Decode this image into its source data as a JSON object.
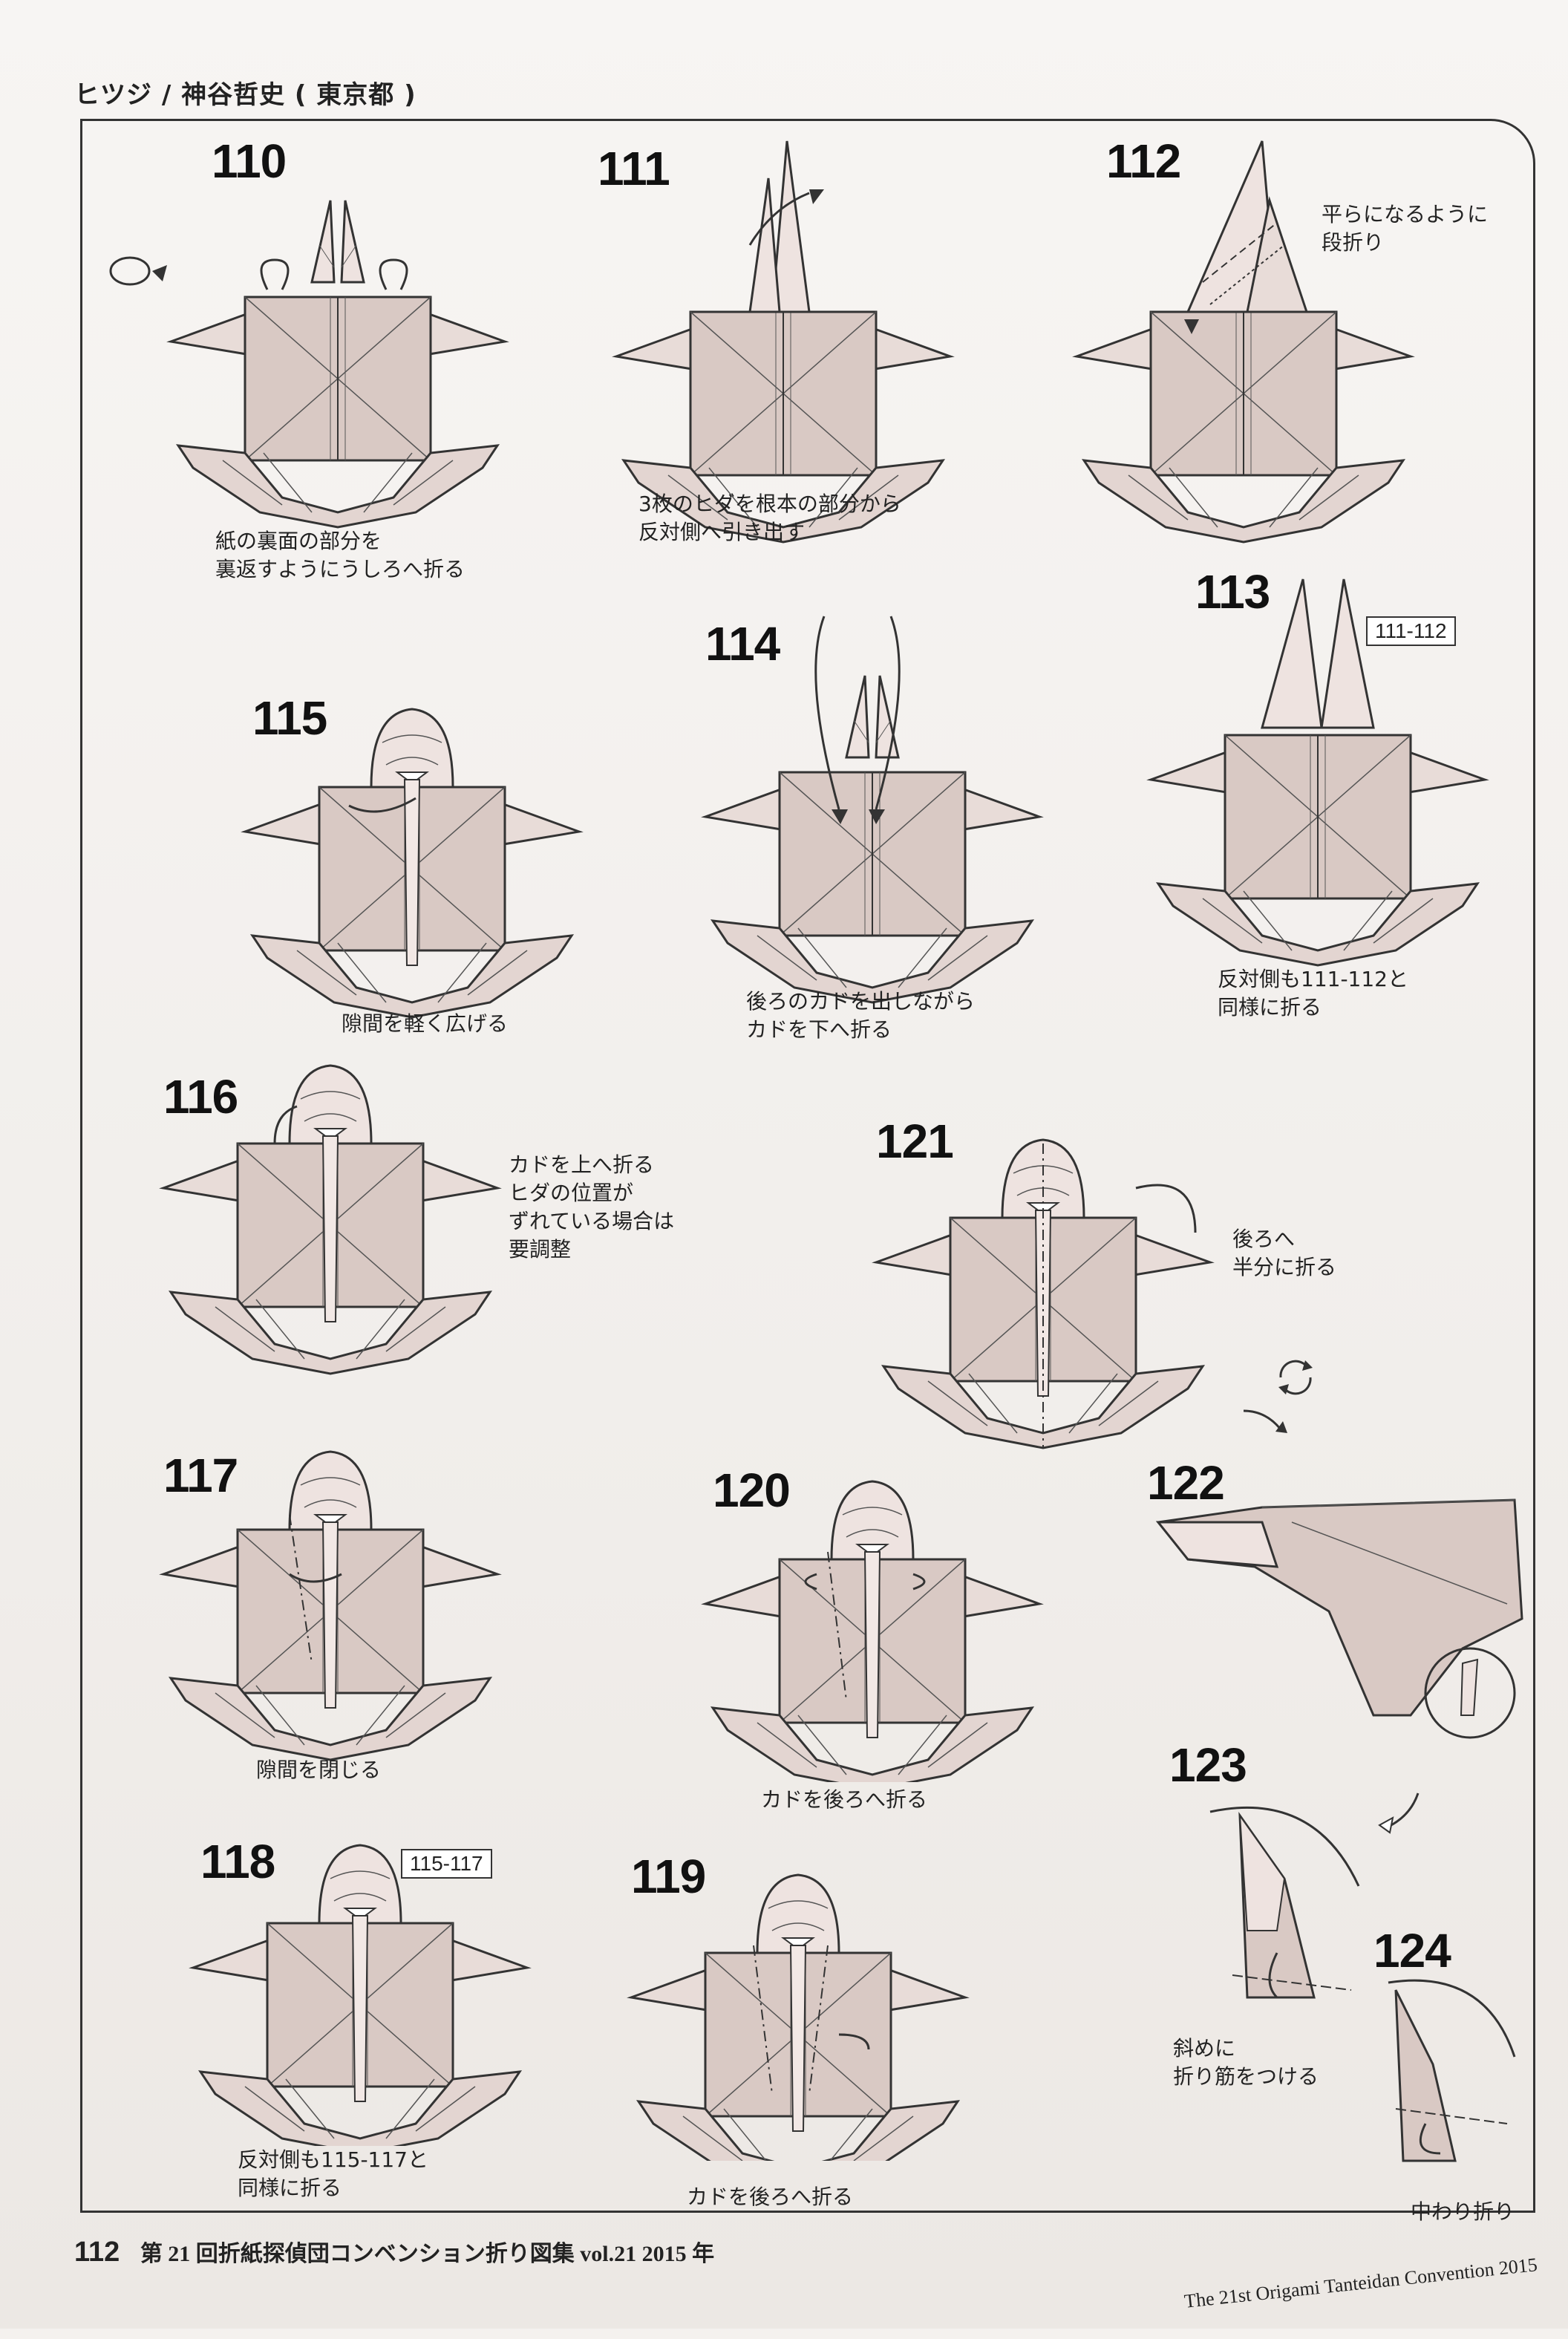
{
  "header": {
    "title": "ヒツジ / 神谷哲史 ( 東京都 )"
  },
  "steps": [
    {
      "id": "110",
      "caption": [
        "紙の裏面の部分を",
        "裏返すようにうしろへ折る"
      ]
    },
    {
      "id": "111",
      "caption": [
        "3枚のヒダを根本の部分から",
        "反対側へ引き出す"
      ]
    },
    {
      "id": "112",
      "caption": [
        "平らになるように",
        "段折り"
      ]
    },
    {
      "id": "113",
      "caption": [
        "反対側も111-112と",
        "同様に折る"
      ],
      "ref": "111-112"
    },
    {
      "id": "114",
      "caption": [
        "後ろのカドを出しながら",
        "カドを下へ折る"
      ]
    },
    {
      "id": "115",
      "caption": [
        "隙間を軽く広げる"
      ]
    },
    {
      "id": "116",
      "caption": [
        "カドを上へ折る",
        "ヒダの位置が",
        "ずれている場合は",
        "要調整"
      ]
    },
    {
      "id": "117",
      "caption": [
        "隙間を閉じる"
      ]
    },
    {
      "id": "118",
      "caption": [
        "反対側も115-117と",
        "同様に折る"
      ],
      "ref": "115-117"
    },
    {
      "id": "119",
      "caption": [
        "カドを後ろへ折る"
      ]
    },
    {
      "id": "120",
      "caption": [
        "カドを後ろへ折る"
      ]
    },
    {
      "id": "121",
      "caption": [
        "後ろへ",
        "半分に折る"
      ]
    },
    {
      "id": "122",
      "caption": []
    },
    {
      "id": "123",
      "caption": [
        "斜めに",
        "折り筋をつける"
      ]
    },
    {
      "id": "124",
      "caption": [
        "中わり折り"
      ]
    }
  ],
  "footer": {
    "page_number": "112",
    "book_title": "第 21 回折紙探偵団コンベンション折り図集 vol.21 2015 年",
    "english_title": "The 21st Origami Tanteidan Convention 2015"
  },
  "colors": {
    "paper": "#d9c9c4",
    "paper_light": "#ebdfdb",
    "line": "#333333",
    "accent": "#f2c9cf"
  }
}
